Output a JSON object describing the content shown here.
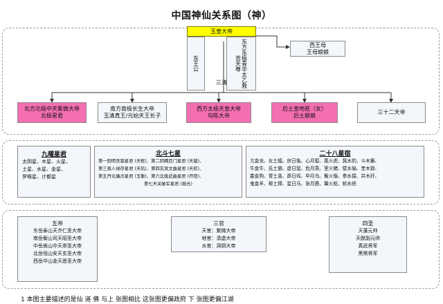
{
  "title": "中国神仙关系图（神）",
  "top": {
    "yuhuang": "玉皇大帝",
    "xiwangmu_l1": "西王母",
    "xiwangmu_l2": "王母娘娘",
    "dongwanggong": "东王公",
    "dongfang": "东方东极青华太乙救苦天尊",
    "sanqing": "三清"
  },
  "row2": [
    {
      "l1": "北方北极中天紫微大帝",
      "l2": "北极星君"
    },
    {
      "l1": "南方南极长生大帝",
      "l2": "玉清真王/元始天王长子"
    },
    {
      "l1": "西方太极天皇大帝",
      "l2": "勾陈大帝"
    },
    {
      "l1": "后土皇地祇（女）",
      "l2": "后土娘娘"
    },
    {
      "l1": "三十二天帝",
      "l2": ""
    }
  ],
  "jiuyao": {
    "title": "九曜星君",
    "rows": [
      "太阴星、木星、火星、",
      "土星、水星、金星、",
      "罗喉星、计都星"
    ]
  },
  "beidou": {
    "title": "北斗七星",
    "rows": [
      "第一阳明贪狼星君 (天枢)、第二阴精巨门星君 (天璇)、",
      "第三真人禄存星君 (天玑)、第四玄冥文曲星君 (天权)、",
      "第五丹元廉贞星君 (玉衡)、第六北极武曲星君 (开阳)、",
      "第七天关破军星君 (摇光)"
    ]
  },
  "ershiba": {
    "title": "二十八星宿",
    "rows": [
      "亢金龙、女土蝠、房日兔、心月狐、尾火虎、箕水豹、斗木獬、",
      "牛金牛、氐土貉、虚日鼠、危月燕、室火猪、壁水貐、奎木狼、",
      "娄金狗、胃土彘、昴日鸡、毕月乌、觜火猴、参水猿、井木犴、",
      "鬼金羊、柳土獐、星日马、张月鹿、翼火蛇、轸水蚓"
    ]
  },
  "wudi": {
    "title": "五帝",
    "rows": [
      "东岳泰山天齐仁圣大帝",
      "南岳衡山司天昭圣大帝",
      "中岳嵩山中天崇圣大帝",
      "北岳恒山安天玄圣大帝",
      "西岳华山金天愿圣大帝"
    ]
  },
  "sanguan": {
    "title": "三官",
    "rows": [
      "天官：紫微大帝",
      "地官：清虚大帝",
      "水官：洞阴大帝"
    ]
  },
  "sisheng": {
    "title": "四圣",
    "rows": [
      "天蓬元帅",
      "天猷副元帅",
      "真武将军",
      "黑煞将军"
    ]
  },
  "footer": "1 本图主要描述的是仙 道 佛 与上 张图相比 这张图更偏政府 下 张图更偏江湖"
}
